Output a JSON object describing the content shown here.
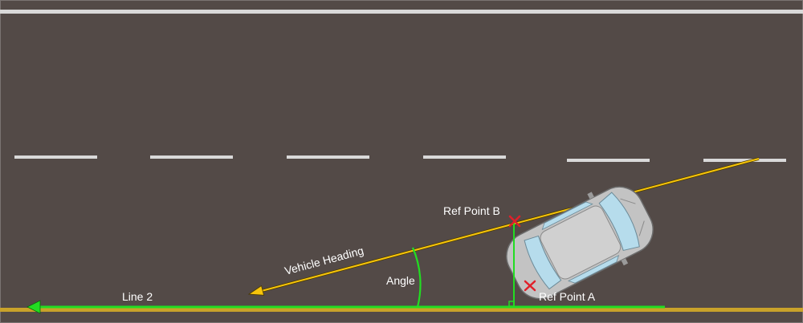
{
  "labels": {
    "ref_point_b": "Ref Point B",
    "ref_point_a": "Ref Point A",
    "vehicle_heading": "Vehicle Heading",
    "angle": "Angle",
    "line_2": "Line 2"
  },
  "colors": {
    "road": "#534a47",
    "road_border": "#7a7472",
    "lane_marking": "#d9d9d9",
    "road_edge_yellow": "#c9a22a",
    "heading_line": "#f7c50b",
    "heading_line_edge": "#4a3a00",
    "reference_line": "#22dd22",
    "point_marker": "#e0202a",
    "car_body": "#c3c3c3",
    "car_glass": "#b6dcec",
    "label_text": "#ffffff"
  }
}
